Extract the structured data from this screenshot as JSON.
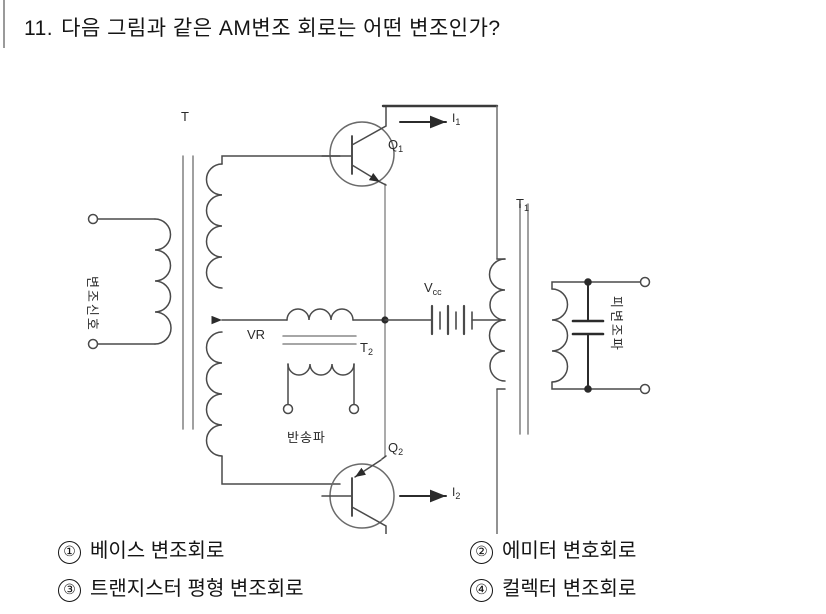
{
  "question": {
    "number": "11.",
    "text": "다음 그림과 같은 AM변조 회로는 어떤 변조인가?"
  },
  "choices": [
    {
      "marker": "①",
      "label": "베이스 변조회로"
    },
    {
      "marker": "②",
      "label": "에미터 변호회로"
    },
    {
      "marker": "③",
      "label": "트랜지스터 평형 변조회로"
    },
    {
      "marker": "④",
      "label": "컬렉터 변조회로"
    }
  ],
  "figure": {
    "description": "트랜지스터 평형 AM 변조회로 도면",
    "labels": {
      "input_transformer": "T",
      "modulating_signal": "변조신호",
      "variable_resistor": "VR",
      "carrier_transformer": "T",
      "carrier_transformer_sub": "2",
      "carrier_signal": "반송파",
      "supply": "V",
      "supply_sub": "cc",
      "output_transformer": "T",
      "output_transformer_sub": "1",
      "modulated_output": "피변조파",
      "transistor_top": "Q",
      "transistor_top_sub": "1",
      "transistor_bottom": "Q",
      "transistor_bottom_sub": "2",
      "current_top": "I",
      "current_top_sub": "1",
      "current_bottom": "I",
      "current_bottom_sub": "2"
    },
    "colors": {
      "ink": "#2b2b2b",
      "ink_light": "#555555",
      "paper": "#ffffff"
    }
  }
}
